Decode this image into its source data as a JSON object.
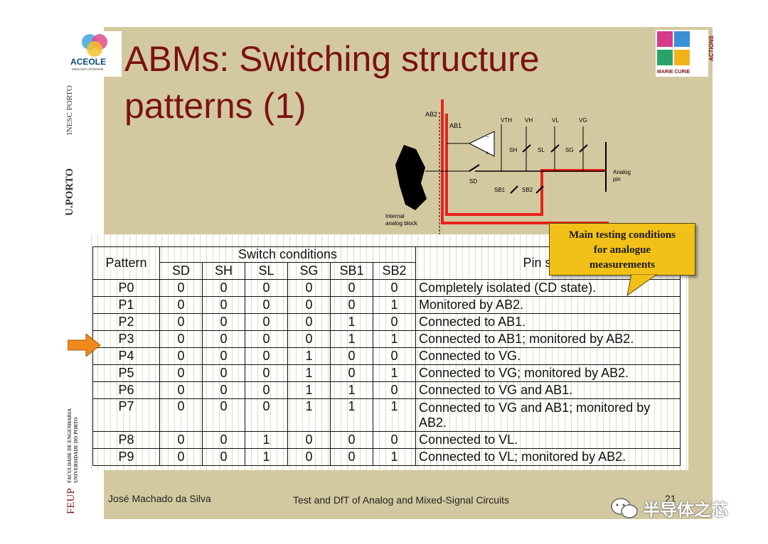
{
  "title_line1": "ABMs: Switching structure",
  "title_line2": "patterns (1)",
  "logos": {
    "aceole_word": "ACEOLE",
    "aceole_url": "www.cern.ch/aceole",
    "marie_curie": "MARIE CURIE",
    "actions": "ACTIONS",
    "inesc": "INESC PORTO",
    "uporto": "U.PORTO",
    "feup": "FEUP",
    "feup_name": "FACULDADE DE ENGENHARIA",
    "feup_uni": "UNIVERSIDADE DO PORTO"
  },
  "diagram": {
    "ab2": "AB2",
    "ab1": "AB1",
    "vth": "VTH",
    "vh": "VH",
    "vl": "VL",
    "vg": "VG",
    "sh": "SH",
    "sl": "SL",
    "sg": "SG",
    "sd": "SD",
    "sb1": "SB1",
    "sb2": "SB2",
    "internal": "Internal",
    "analog_block": "analog block",
    "analog": "Analog",
    "pin": "pin",
    "colors": {
      "red_path": "#e8231b"
    }
  },
  "callout": {
    "line1": "Main testing conditions",
    "line2": "for analogue",
    "line3": "measurements"
  },
  "table": {
    "h_pattern": "Pattern",
    "h_switch": "Switch conditions",
    "h_pin": "Pin state",
    "sub": [
      "SD",
      "SH",
      "SL",
      "SG",
      "SB1",
      "SB2"
    ],
    "rows": [
      {
        "p": "P0",
        "v": [
          "0",
          "0",
          "0",
          "0",
          "0",
          "0"
        ],
        "s": "Completely isolated (CD state)."
      },
      {
        "p": "P1",
        "v": [
          "0",
          "0",
          "0",
          "0",
          "0",
          "1"
        ],
        "s": "Monitored by AB2."
      },
      {
        "p": "P2",
        "v": [
          "0",
          "0",
          "0",
          "0",
          "1",
          "0"
        ],
        "s": "Connected to AB1."
      },
      {
        "p": "P3",
        "v": [
          "0",
          "0",
          "0",
          "0",
          "1",
          "1"
        ],
        "s": "Connected to AB1; monitored by AB2."
      },
      {
        "p": "P4",
        "v": [
          "0",
          "0",
          "0",
          "1",
          "0",
          "0"
        ],
        "s": "Connected to VG."
      },
      {
        "p": "P5",
        "v": [
          "0",
          "0",
          "0",
          "1",
          "0",
          "1"
        ],
        "s": "Connected to VG; monitored by AB2."
      },
      {
        "p": "P6",
        "v": [
          "0",
          "0",
          "0",
          "1",
          "1",
          "0"
        ],
        "s": "Connected to VG and AB1."
      },
      {
        "p": "P7",
        "v": [
          "0",
          "0",
          "0",
          "1",
          "1",
          "1"
        ],
        "s": "Connected to VG and AB1; monitored by AB2."
      },
      {
        "p": "P8",
        "v": [
          "0",
          "0",
          "1",
          "0",
          "0",
          "0"
        ],
        "s": "Connected to VL."
      },
      {
        "p": "P9",
        "v": [
          "0",
          "0",
          "1",
          "0",
          "0",
          "1"
        ],
        "s": "Connected to VL; monitored by AB2."
      }
    ],
    "colors": {
      "arrow": "#f08a1c"
    }
  },
  "footer": {
    "author": "José Machado da Silva",
    "course": "Test and DfT of Analog and Mixed-Signal Circuits",
    "page": "21"
  },
  "watermark": "半导体之芯"
}
